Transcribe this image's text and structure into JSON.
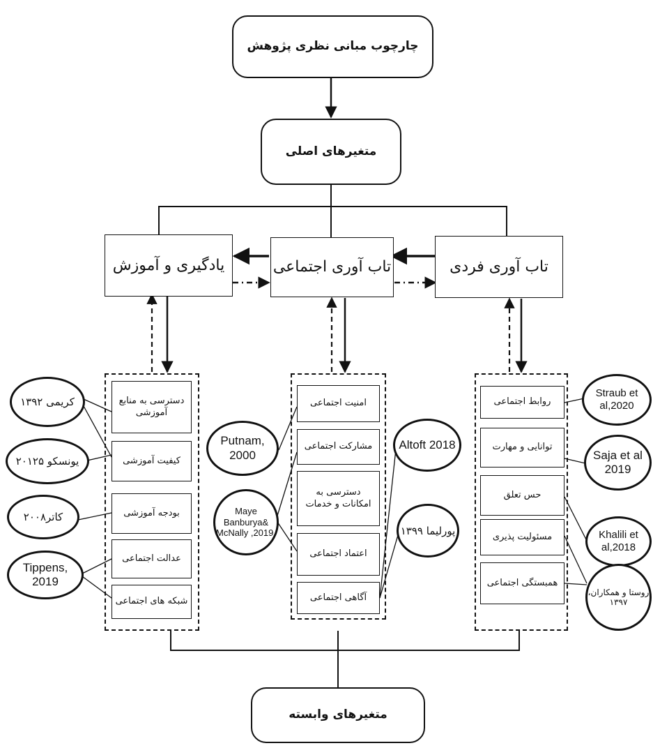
{
  "title": "چارچوب مبانی نظری پژوهش",
  "main_variables": "متغیرهای اصلی",
  "dependent_variables": "متغیرهای وابسته",
  "dimensions": {
    "learning": "یادگیری و آموزش",
    "social": "تاب آوری اجتماعی",
    "individual": "تاب آوری فردی"
  },
  "learning_items": [
    "دسترسی به منابع آموزشی",
    "کیفیت آموزشی",
    "بودجه آموزشی",
    "عدالت اجتماعی",
    "شبکه های اجتماعی"
  ],
  "social_items": [
    "امنیت اجتماعی",
    "مشارکت اجتماعی",
    "دسترسی به امکانات و خدمات",
    "اعتماد اجتماعی",
    "آگاهی اجتماعی"
  ],
  "individual_items": [
    "روابط اجتماعی",
    "توانایی و مهارت",
    "حس تعلق",
    "مسئولیت پذیری",
    "همبستگی اجتماعی"
  ],
  "refs": {
    "karimi": "کریمی ۱۳۹۲",
    "unesco": "یونسکو ۲۰۱۲۵",
    "kater": "کاتر۲۰۰۸",
    "tippens": "Tippens, 2019",
    "putnam": "Putnam, 2000",
    "maye": "Maye Banburya& McNally ,2019.",
    "altoft": "Altoft 2018",
    "pourlima": "پورلیما ۱۳۹۹",
    "straub": "Straub et al,2020",
    "saja": "Saja et al 2019",
    "khalili": "Khalili et al,2018",
    "rousta": "روستا و همکاران، ۱۳۹۷"
  }
}
